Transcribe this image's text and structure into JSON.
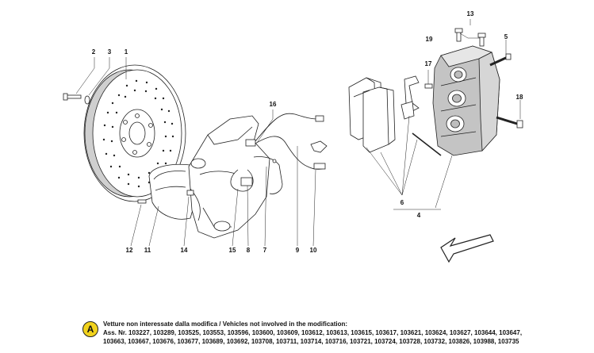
{
  "callouts": {
    "c1": "1",
    "c2": "2",
    "c3": "3",
    "c4": "4",
    "c5": "5",
    "c6": "6",
    "c7": "7",
    "c8": "8",
    "c9": "9",
    "c10": "10",
    "c11": "11",
    "c12": "12",
    "c13": "13",
    "c14": "14",
    "c15": "15",
    "c16": "16",
    "c17": "17",
    "c18": "18",
    "c19": "19"
  },
  "note": {
    "badge": "A",
    "line1": "Vetture non interessate dalla modifica / Vehicles not involved in the modification:",
    "line2": "Ass. Nr. 103227, 103289, 103525, 103553, 103596, 103600, 103609, 103612, 103613, 103615, 103617, 103621, 103624, 103627, 103644, 103647,",
    "line3": "103663, 103667, 103676, 103677, 103689, 103692, 103708, 103711, 103714, 103716, 103721, 103724, 103728, 103732, 103826, 103988, 103735"
  },
  "colors": {
    "badge": "#f1d21c",
    "line": "#222222",
    "fill": "#ffffff",
    "shade": "#bdbdbd"
  }
}
